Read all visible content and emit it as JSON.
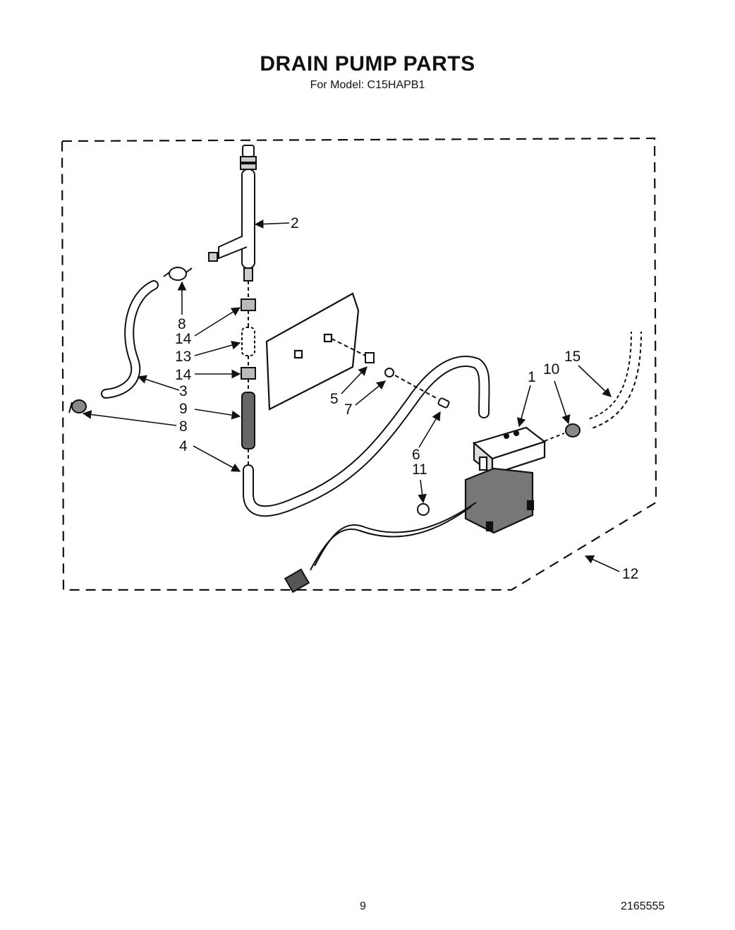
{
  "header": {
    "title": "DRAIN PUMP PARTS",
    "subtitle": "For Model: C15HAPB1"
  },
  "callouts": [
    "2",
    "8",
    "14",
    "13",
    "14",
    "3",
    "9",
    "8",
    "4",
    "5",
    "7",
    "6",
    "11",
    "1",
    "10",
    "15",
    "12"
  ],
  "footer": {
    "page_number": "9",
    "doc_number": "2165555"
  }
}
